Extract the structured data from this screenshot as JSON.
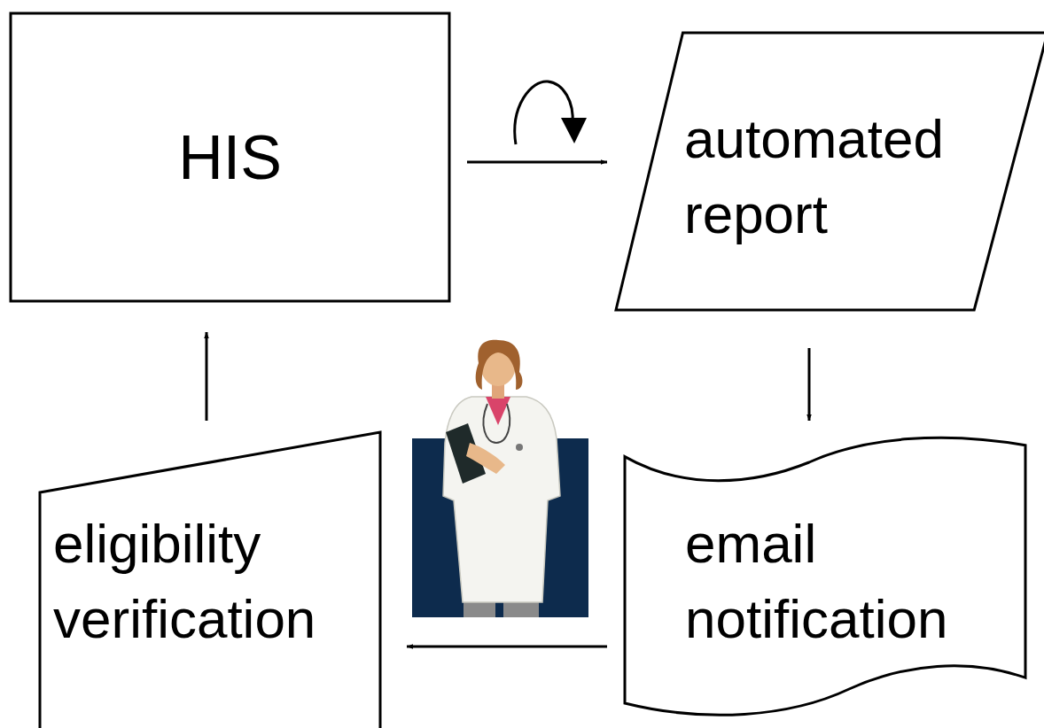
{
  "diagram": {
    "nodes": [
      {
        "text": [
          "HIS"
        ]
      },
      {
        "text": [
          "automated report"
        ]
      },
      {
        "text": [
          "email notification"
        ]
      },
      {
        "text": [
          "eligibility verification"
        ]
      }
    ],
    "edges": [
      {
        "from": 0,
        "to": 1,
        "arrow": "to"
      },
      {
        "from": 1,
        "to": 2,
        "arrow": "to"
      },
      {
        "from": 2,
        "to": 3,
        "arrow": "to"
      },
      {
        "from": 3,
        "to": 0,
        "arrow": "to"
      }
    ]
  }
}
